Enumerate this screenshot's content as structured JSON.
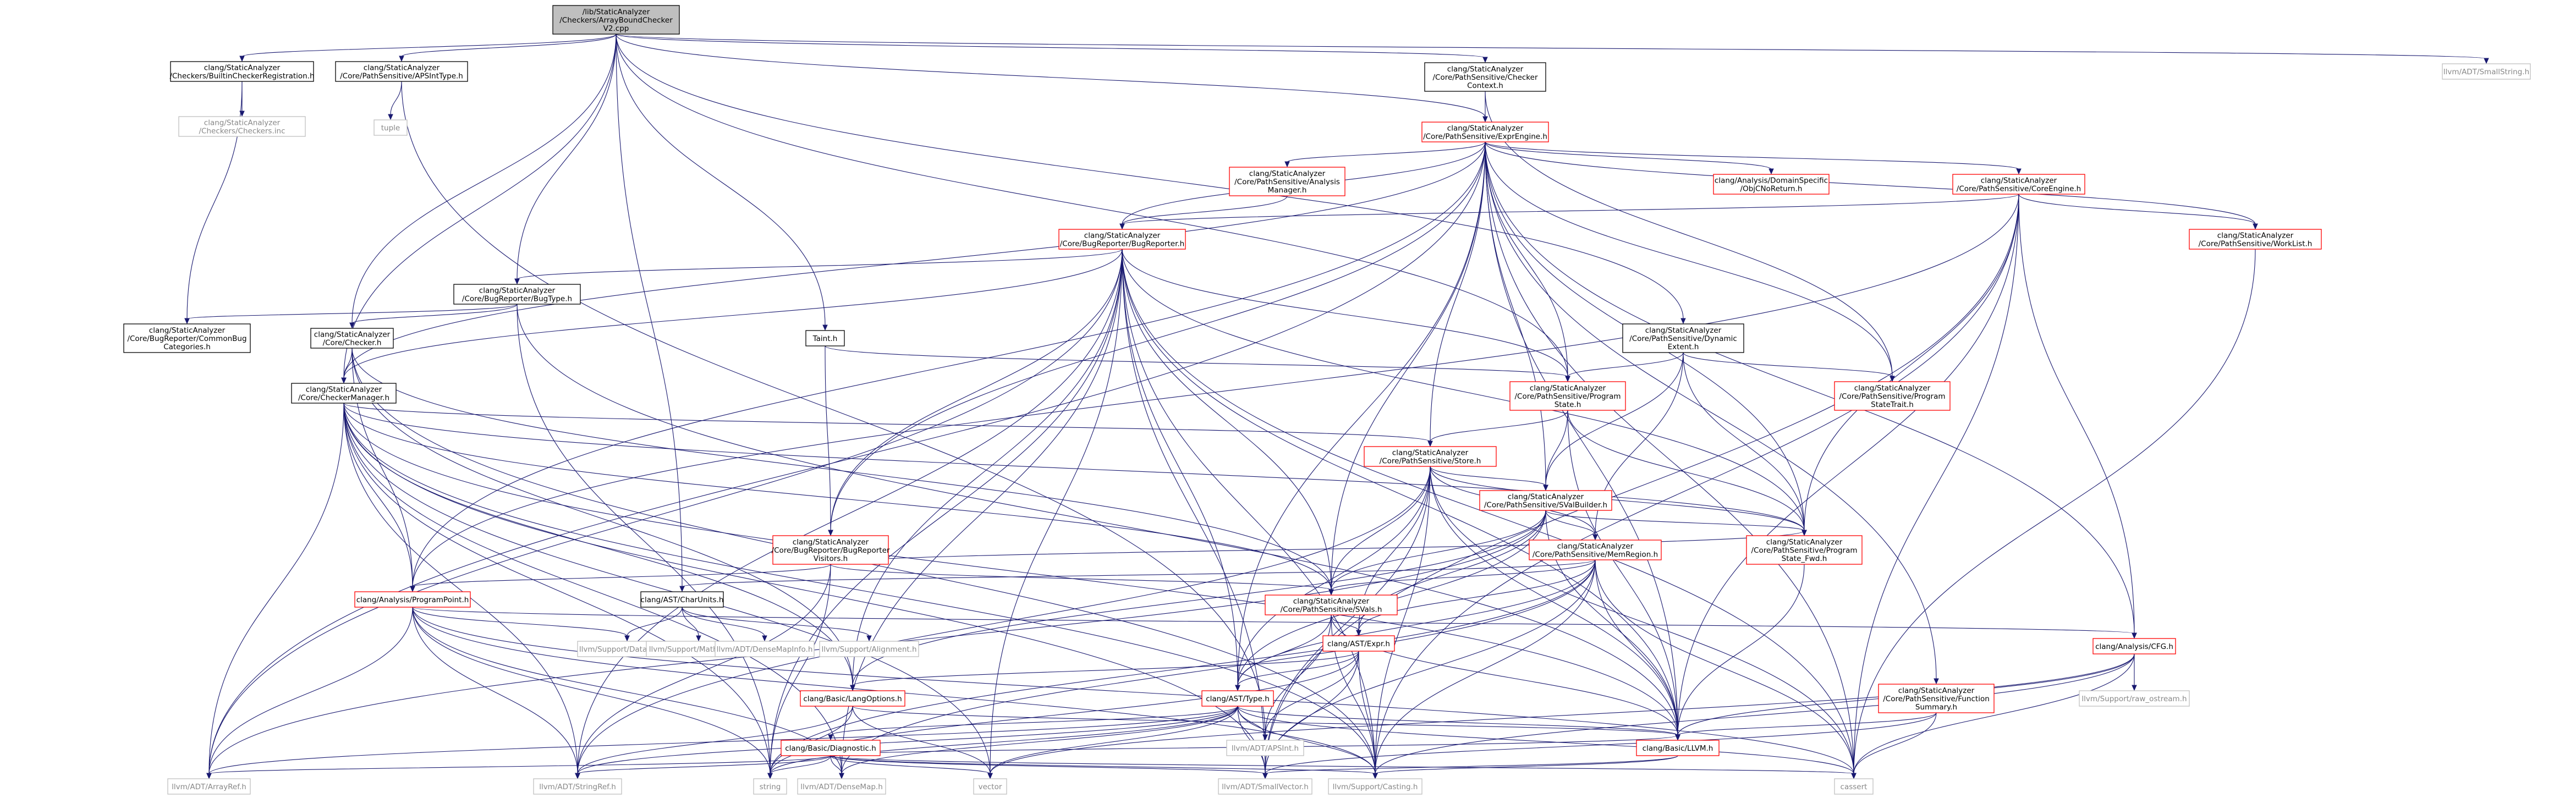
{
  "colors": {
    "root_fill": "#bfbfbf",
    "box_border": "#000000",
    "box_border_incomplete": "#ff0000",
    "external_border": "#bfbfbf",
    "external_text": "#888888",
    "edge": "#191970"
  },
  "nodes": [
    {
      "id": "root",
      "lines": [
        "/lib/StaticAnalyzer",
        "/Checkers/ArrayBoundChecker",
        "V2.cpp"
      ],
      "kind": "root"
    },
    {
      "id": "builtinreg",
      "lines": [
        "clang/StaticAnalyzer",
        "/Checkers/BuiltinCheckerRegistration.h"
      ],
      "kind": "normal"
    },
    {
      "id": "apsinttype",
      "lines": [
        "clang/StaticAnalyzer",
        "/Core/PathSensitive/APSIntType.h"
      ],
      "kind": "normal"
    },
    {
      "id": "checkercontext",
      "lines": [
        "clang/StaticAnalyzer",
        "/Core/PathSensitive/Checker",
        "Context.h"
      ],
      "kind": "normal"
    },
    {
      "id": "smallstring",
      "lines": [
        "llvm/ADT/SmallString.h"
      ],
      "kind": "ext"
    },
    {
      "id": "checkersinc",
      "lines": [
        "clang/StaticAnalyzer",
        "/Checkers/Checkers.inc"
      ],
      "kind": "ext"
    },
    {
      "id": "tuple",
      "lines": [
        "tuple"
      ],
      "kind": "ext"
    },
    {
      "id": "exprengine",
      "lines": [
        "clang/StaticAnalyzer",
        "/Core/PathSensitive/ExprEngine.h"
      ],
      "kind": "red"
    },
    {
      "id": "analysismgr",
      "lines": [
        "clang/StaticAnalyzer",
        "/Core/PathSensitive/Analysis",
        "Manager.h"
      ],
      "kind": "red"
    },
    {
      "id": "objcnoreturn",
      "lines": [
        "clang/Analysis/DomainSpecific",
        "/ObjCNoReturn.h"
      ],
      "kind": "red"
    },
    {
      "id": "coreengine",
      "lines": [
        "clang/StaticAnalyzer",
        "/Core/PathSensitive/CoreEngine.h"
      ],
      "kind": "red"
    },
    {
      "id": "bugreporter",
      "lines": [
        "clang/StaticAnalyzer",
        "/Core/BugReporter/BugReporter.h"
      ],
      "kind": "red"
    },
    {
      "id": "worklist",
      "lines": [
        "clang/StaticAnalyzer",
        "/Core/PathSensitive/WorkList.h"
      ],
      "kind": "red"
    },
    {
      "id": "bugtype",
      "lines": [
        "clang/StaticAnalyzer",
        "/Core/BugReporter/BugType.h"
      ],
      "kind": "normal"
    },
    {
      "id": "commonbug",
      "lines": [
        "clang/StaticAnalyzer",
        "/Core/BugReporter/CommonBug",
        "Categories.h"
      ],
      "kind": "normal"
    },
    {
      "id": "checker",
      "lines": [
        "clang/StaticAnalyzer",
        "/Core/Checker.h"
      ],
      "kind": "normal"
    },
    {
      "id": "taint",
      "lines": [
        "Taint.h"
      ],
      "kind": "normal"
    },
    {
      "id": "dynextent",
      "lines": [
        "clang/StaticAnalyzer",
        "/Core/PathSensitive/Dynamic",
        "Extent.h"
      ],
      "kind": "normal"
    },
    {
      "id": "checkermanager",
      "lines": [
        "clang/StaticAnalyzer",
        "/Core/CheckerManager.h"
      ],
      "kind": "normal"
    },
    {
      "id": "programstate",
      "lines": [
        "clang/StaticAnalyzer",
        "/Core/PathSensitive/Program",
        "State.h"
      ],
      "kind": "red"
    },
    {
      "id": "programstatetrait",
      "lines": [
        "clang/StaticAnalyzer",
        "/Core/PathSensitive/Program",
        "StateTrait.h"
      ],
      "kind": "red"
    },
    {
      "id": "store",
      "lines": [
        "clang/StaticAnalyzer",
        "/Core/PathSensitive/Store.h"
      ],
      "kind": "red"
    },
    {
      "id": "svalbuilder",
      "lines": [
        "clang/StaticAnalyzer",
        "/Core/PathSensitive/SValBuilder.h"
      ],
      "kind": "red"
    },
    {
      "id": "bugvisitors",
      "lines": [
        "clang/StaticAnalyzer",
        "/Core/BugReporter/BugReporter",
        "Visitors.h"
      ],
      "kind": "red"
    },
    {
      "id": "programstatefwd",
      "lines": [
        "clang/StaticAnalyzer",
        "/Core/PathSensitive/Program",
        "State_Fwd.h"
      ],
      "kind": "red"
    },
    {
      "id": "memregion",
      "lines": [
        "clang/StaticAnalyzer",
        "/Core/PathSensitive/MemRegion.h"
      ],
      "kind": "red"
    },
    {
      "id": "programpoint",
      "lines": [
        "clang/Analysis/ProgramPoint.h"
      ],
      "kind": "red"
    },
    {
      "id": "charunits",
      "lines": [
        "clang/AST/CharUnits.h"
      ],
      "kind": "normal"
    },
    {
      "id": "svals",
      "lines": [
        "clang/StaticAnalyzer",
        "/Core/PathSensitive/SVals.h"
      ],
      "kind": "red"
    },
    {
      "id": "cfg",
      "lines": [
        "clang/Analysis/CFG.h"
      ],
      "kind": "red"
    },
    {
      "id": "datatypes",
      "lines": [
        "llvm/Support/DataTypes.h"
      ],
      "kind": "ext"
    },
    {
      "id": "mathextras",
      "lines": [
        "llvm/Support/MathExtras.h"
      ],
      "kind": "ext"
    },
    {
      "id": "densemapinfo",
      "lines": [
        "llvm/ADT/DenseMapInfo.h"
      ],
      "kind": "ext"
    },
    {
      "id": "alignment",
      "lines": [
        "llvm/Support/Alignment.h"
      ],
      "kind": "ext"
    },
    {
      "id": "astexpr",
      "lines": [
        "clang/AST/Expr.h"
      ],
      "kind": "red"
    },
    {
      "id": "rawostream",
      "lines": [
        "llvm/Support/raw_ostream.h"
      ],
      "kind": "ext"
    },
    {
      "id": "langoptions",
      "lines": [
        "clang/Basic/LangOptions.h"
      ],
      "kind": "red"
    },
    {
      "id": "asttype",
      "lines": [
        "clang/AST/Type.h"
      ],
      "kind": "red"
    },
    {
      "id": "funcsummary",
      "lines": [
        "clang/StaticAnalyzer",
        "/Core/PathSensitive/Function",
        "Summary.h"
      ],
      "kind": "red"
    },
    {
      "id": "diagnostic",
      "lines": [
        "clang/Basic/Diagnostic.h"
      ],
      "kind": "red"
    },
    {
      "id": "apsint",
      "lines": [
        "llvm/ADT/APSInt.h"
      ],
      "kind": "ext"
    },
    {
      "id": "llvmh",
      "lines": [
        "clang/Basic/LLVM.h"
      ],
      "kind": "red"
    },
    {
      "id": "arrayref",
      "lines": [
        "llvm/ADT/ArrayRef.h"
      ],
      "kind": "ext"
    },
    {
      "id": "stringref",
      "lines": [
        "llvm/ADT/StringRef.h"
      ],
      "kind": "ext"
    },
    {
      "id": "string",
      "lines": [
        "string"
      ],
      "kind": "ext"
    },
    {
      "id": "densemap",
      "lines": [
        "llvm/ADT/DenseMap.h"
      ],
      "kind": "ext"
    },
    {
      "id": "vector",
      "lines": [
        "vector"
      ],
      "kind": "ext"
    },
    {
      "id": "smallvector",
      "lines": [
        "llvm/ADT/SmallVector.h"
      ],
      "kind": "ext"
    },
    {
      "id": "casting",
      "lines": [
        "llvm/Support/Casting.h"
      ],
      "kind": "ext"
    },
    {
      "id": "cassert",
      "lines": [
        "cassert"
      ],
      "kind": "ext"
    }
  ],
  "edges": [
    [
      "root",
      "builtinreg"
    ],
    [
      "root",
      "apsinttype"
    ],
    [
      "root",
      "checkercontext"
    ],
    [
      "root",
      "smallstring"
    ],
    [
      "root",
      "exprengine"
    ],
    [
      "root",
      "bugtype"
    ],
    [
      "root",
      "checker"
    ],
    [
      "root",
      "taint"
    ],
    [
      "root",
      "dynextent"
    ],
    [
      "root",
      "checkermanager"
    ],
    [
      "root",
      "charunits"
    ],
    [
      "root",
      "programstate"
    ],
    [
      "builtinreg",
      "checkersinc"
    ],
    [
      "builtinreg",
      "commonbug"
    ],
    [
      "apsinttype",
      "tuple"
    ],
    [
      "apsinttype",
      "apsint"
    ],
    [
      "checkercontext",
      "exprengine"
    ],
    [
      "checkercontext",
      "programstatetrait"
    ],
    [
      "exprengine",
      "analysismgr"
    ],
    [
      "exprengine",
      "objcnoreturn"
    ],
    [
      "exprengine",
      "coreengine"
    ],
    [
      "exprengine",
      "bugreporter"
    ],
    [
      "exprengine",
      "worklist"
    ],
    [
      "exprengine",
      "checkermanager"
    ],
    [
      "exprengine",
      "programstate"
    ],
    [
      "exprengine",
      "store"
    ],
    [
      "exprengine",
      "svalbuilder"
    ],
    [
      "exprengine",
      "bugvisitors"
    ],
    [
      "exprengine",
      "programpoint"
    ],
    [
      "exprengine",
      "svals"
    ],
    [
      "exprengine",
      "cfg"
    ],
    [
      "exprengine",
      "asttype"
    ],
    [
      "exprengine",
      "funcsummary"
    ],
    [
      "exprengine",
      "llvmh"
    ],
    [
      "exprengine",
      "arrayref"
    ],
    [
      "exprengine",
      "cassert"
    ],
    [
      "exprengine",
      "programstatetrait"
    ],
    [
      "exprengine",
      "programstatefwd"
    ],
    [
      "analysismgr",
      "bugreporter"
    ],
    [
      "coreengine",
      "bugreporter"
    ],
    [
      "coreengine",
      "worklist"
    ],
    [
      "coreengine",
      "cfg"
    ],
    [
      "coreengine",
      "programpoint"
    ],
    [
      "coreengine",
      "programstatefwd"
    ],
    [
      "coreengine",
      "llvmh"
    ],
    [
      "coreengine",
      "smallvector"
    ],
    [
      "coreengine",
      "casting"
    ],
    [
      "coreengine",
      "cassert"
    ],
    [
      "bugreporter",
      "bugtype"
    ],
    [
      "bugreporter",
      "checkermanager"
    ],
    [
      "bugreporter",
      "programstate"
    ],
    [
      "bugreporter",
      "bugvisitors"
    ],
    [
      "bugreporter",
      "svals"
    ],
    [
      "bugreporter",
      "langoptions"
    ],
    [
      "bugreporter",
      "llvmh"
    ],
    [
      "bugreporter",
      "arrayref"
    ],
    [
      "bugreporter",
      "stringref"
    ],
    [
      "bugreporter",
      "densemap"
    ],
    [
      "bugreporter",
      "vector"
    ],
    [
      "bugreporter",
      "smallvector"
    ],
    [
      "bugreporter",
      "casting"
    ],
    [
      "bugreporter",
      "cassert"
    ],
    [
      "bugreporter",
      "string"
    ],
    [
      "bugreporter",
      "asttype"
    ],
    [
      "bugreporter",
      "programstatefwd"
    ],
    [
      "worklist",
      "cassert"
    ],
    [
      "bugtype",
      "commonbug"
    ],
    [
      "bugtype",
      "checker"
    ],
    [
      "bugtype",
      "llvmh"
    ],
    [
      "bugtype",
      "string"
    ],
    [
      "checker",
      "checkermanager"
    ],
    [
      "checker",
      "programpoint"
    ],
    [
      "checker",
      "langoptions"
    ],
    [
      "checker",
      "svals"
    ],
    [
      "checker",
      "casting"
    ],
    [
      "taint",
      "programstate"
    ],
    [
      "taint",
      "bugvisitors"
    ],
    [
      "dynextent",
      "programstate"
    ],
    [
      "dynextent",
      "programstatetrait"
    ],
    [
      "dynextent",
      "svalbuilder"
    ],
    [
      "dynextent",
      "memregion"
    ],
    [
      "dynextent",
      "programstatefwd"
    ],
    [
      "checkermanager",
      "programpoint"
    ],
    [
      "checkermanager",
      "langoptions"
    ],
    [
      "checkermanager",
      "store"
    ],
    [
      "checkermanager",
      "programstatefwd"
    ],
    [
      "checkermanager",
      "svals"
    ],
    [
      "checkermanager",
      "llvmh"
    ],
    [
      "checkermanager",
      "arrayref"
    ],
    [
      "checkermanager",
      "stringref"
    ],
    [
      "checkermanager",
      "densemap"
    ],
    [
      "checkermanager",
      "smallvector"
    ],
    [
      "checkermanager",
      "vector"
    ],
    [
      "checkermanager",
      "string"
    ],
    [
      "checkermanager",
      "casting"
    ],
    [
      "programstate",
      "store"
    ],
    [
      "programstate",
      "svalbuilder"
    ],
    [
      "programstate",
      "programstatefwd"
    ],
    [
      "programstate",
      "llvmh"
    ],
    [
      "store",
      "svalbuilder"
    ],
    [
      "store",
      "memregion"
    ],
    [
      "store",
      "svals"
    ],
    [
      "store",
      "programstatefwd"
    ],
    [
      "store",
      "asttype"
    ],
    [
      "store",
      "llvmh"
    ],
    [
      "store",
      "cassert"
    ],
    [
      "store",
      "casting"
    ],
    [
      "store",
      "smallvector"
    ],
    [
      "store",
      "stringref"
    ],
    [
      "store",
      "astexpr"
    ],
    [
      "svalbuilder",
      "memregion"
    ],
    [
      "svalbuilder",
      "svals"
    ],
    [
      "svalbuilder",
      "astexpr"
    ],
    [
      "svalbuilder",
      "asttype"
    ],
    [
      "svalbuilder",
      "programstatefwd"
    ],
    [
      "svalbuilder",
      "langoptions"
    ],
    [
      "svalbuilder",
      "llvmh"
    ],
    [
      "svalbuilder",
      "arrayref"
    ],
    [
      "bugvisitors",
      "programstatefwd"
    ],
    [
      "bugvisitors",
      "svals"
    ],
    [
      "bugvisitors",
      "stringref"
    ],
    [
      "bugvisitors",
      "string"
    ],
    [
      "bugvisitors",
      "programpoint"
    ],
    [
      "programstatefwd",
      "llvmh"
    ],
    [
      "memregion",
      "charunits"
    ],
    [
      "memregion",
      "svals"
    ],
    [
      "memregion",
      "astexpr"
    ],
    [
      "memregion",
      "asttype"
    ],
    [
      "memregion",
      "llvmh"
    ],
    [
      "memregion",
      "casting"
    ],
    [
      "memregion",
      "densemap"
    ],
    [
      "memregion",
      "smallvector"
    ],
    [
      "memregion",
      "cassert"
    ],
    [
      "memregion",
      "string"
    ],
    [
      "programpoint",
      "datatypes"
    ],
    [
      "programpoint",
      "cfg"
    ],
    [
      "programpoint",
      "densemap"
    ],
    [
      "programpoint",
      "stringref"
    ],
    [
      "programpoint",
      "casting"
    ],
    [
      "programpoint",
      "cassert"
    ],
    [
      "programpoint",
      "string"
    ],
    [
      "programpoint",
      "arrayref"
    ],
    [
      "charunits",
      "datatypes"
    ],
    [
      "charunits",
      "mathextras"
    ],
    [
      "charunits",
      "densemapinfo"
    ],
    [
      "charunits",
      "alignment"
    ],
    [
      "svals",
      "astexpr"
    ],
    [
      "svals",
      "asttype"
    ],
    [
      "svals",
      "llvmh"
    ],
    [
      "svals",
      "apsint"
    ],
    [
      "svals",
      "casting"
    ],
    [
      "cfg",
      "rawostream"
    ],
    [
      "cfg",
      "llvmh"
    ],
    [
      "cfg",
      "cassert"
    ],
    [
      "cfg",
      "vector"
    ],
    [
      "cfg",
      "casting"
    ],
    [
      "astexpr",
      "asttype"
    ],
    [
      "astexpr",
      "langoptions"
    ],
    [
      "astexpr",
      "apsint"
    ],
    [
      "astexpr",
      "smallvector"
    ],
    [
      "astexpr",
      "casting"
    ],
    [
      "astexpr",
      "string"
    ],
    [
      "langoptions",
      "llvmh"
    ],
    [
      "langoptions",
      "string"
    ],
    [
      "langoptions",
      "vector"
    ],
    [
      "langoptions",
      "stringref"
    ],
    [
      "asttype",
      "diagnostic"
    ],
    [
      "asttype",
      "llvmh"
    ],
    [
      "asttype",
      "apsint"
    ],
    [
      "asttype",
      "arrayref"
    ],
    [
      "asttype",
      "stringref"
    ],
    [
      "asttype",
      "string"
    ],
    [
      "asttype",
      "casting"
    ],
    [
      "asttype",
      "smallvector"
    ],
    [
      "asttype",
      "densemap"
    ],
    [
      "asttype",
      "cassert"
    ],
    [
      "asttype",
      "vector"
    ],
    [
      "funcsummary",
      "llvmh"
    ],
    [
      "funcsummary",
      "smallvector"
    ],
    [
      "funcsummary",
      "cassert"
    ],
    [
      "diagnostic",
      "llvmh"
    ],
    [
      "diagnostic",
      "arrayref"
    ],
    [
      "diagnostic",
      "stringref"
    ],
    [
      "diagnostic",
      "densemap"
    ],
    [
      "diagnostic",
      "string"
    ],
    [
      "diagnostic",
      "vector"
    ],
    [
      "diagnostic",
      "smallvector"
    ],
    [
      "diagnostic",
      "cassert"
    ],
    [
      "diagnostic",
      "casting"
    ],
    [
      "llvmh",
      "casting"
    ],
    [
      "llvmh",
      "smallvector"
    ]
  ]
}
